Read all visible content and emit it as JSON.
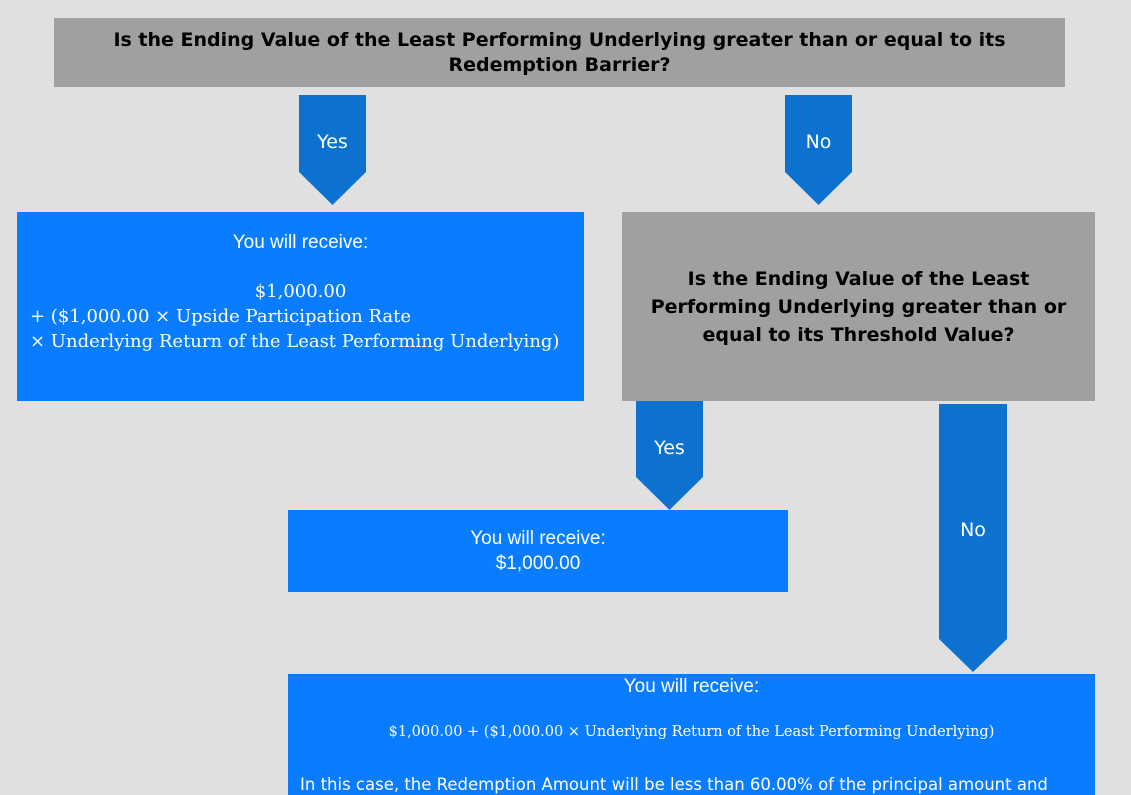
{
  "question1": "Is the Ending Value of the Least Performing Underlying greater than or equal to its Redemption Barrier?",
  "question2": "Is the Ending Value of the Least Performing Underlying greater than or equal to its Threshold Value?",
  "arrows": {
    "yes1": "Yes",
    "no1": "No",
    "yes2": "Yes",
    "no2": "No"
  },
  "outcome1": {
    "heading": "You will receive:",
    "line1": "$1,000.00",
    "line2": "+ ($1,000.00 × Upside Participation Rate",
    "line3": "× Underlying Return of the Least Performing Underlying)"
  },
  "outcome2": {
    "heading": "You will receive:",
    "amount": "$1,000.00"
  },
  "outcome3": {
    "heading": "You will receive:",
    "formula": "$1,000.00 + ($1,000.00 × Underlying Return of the Least Performing Underlying)",
    "note": "In this case, the Redemption Amount will be less than 60.00% of the principal amount and"
  },
  "colors": {
    "background": "#e0e0e0",
    "question_box": "#a0a0a0",
    "outcome_box": "#0a7cff",
    "arrow": "#0d72cf"
  }
}
